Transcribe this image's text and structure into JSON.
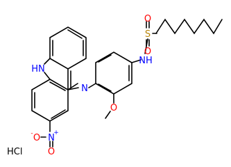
{
  "molecule": {
    "atoms": {
      "s": "S",
      "o_top": "O",
      "o_bottom": "O",
      "sulfonamide_nh": "NH",
      "acridine_nh": "HN",
      "imine_n": "N",
      "nitro_n": "N",
      "nitro_plus": "+",
      "nitro_o_left": "O",
      "nitro_o_minus": "-",
      "nitro_o_bottom": "O",
      "methoxy_o": "O"
    },
    "salt": "HCl"
  },
  "colors": {
    "bond": "#000000",
    "heteroatom_nitrogen": "#0000ff",
    "heteroatom_oxygen": "#ff0000",
    "heteroatom_sulfur": "#b8860b",
    "salt_text": "#000000"
  }
}
